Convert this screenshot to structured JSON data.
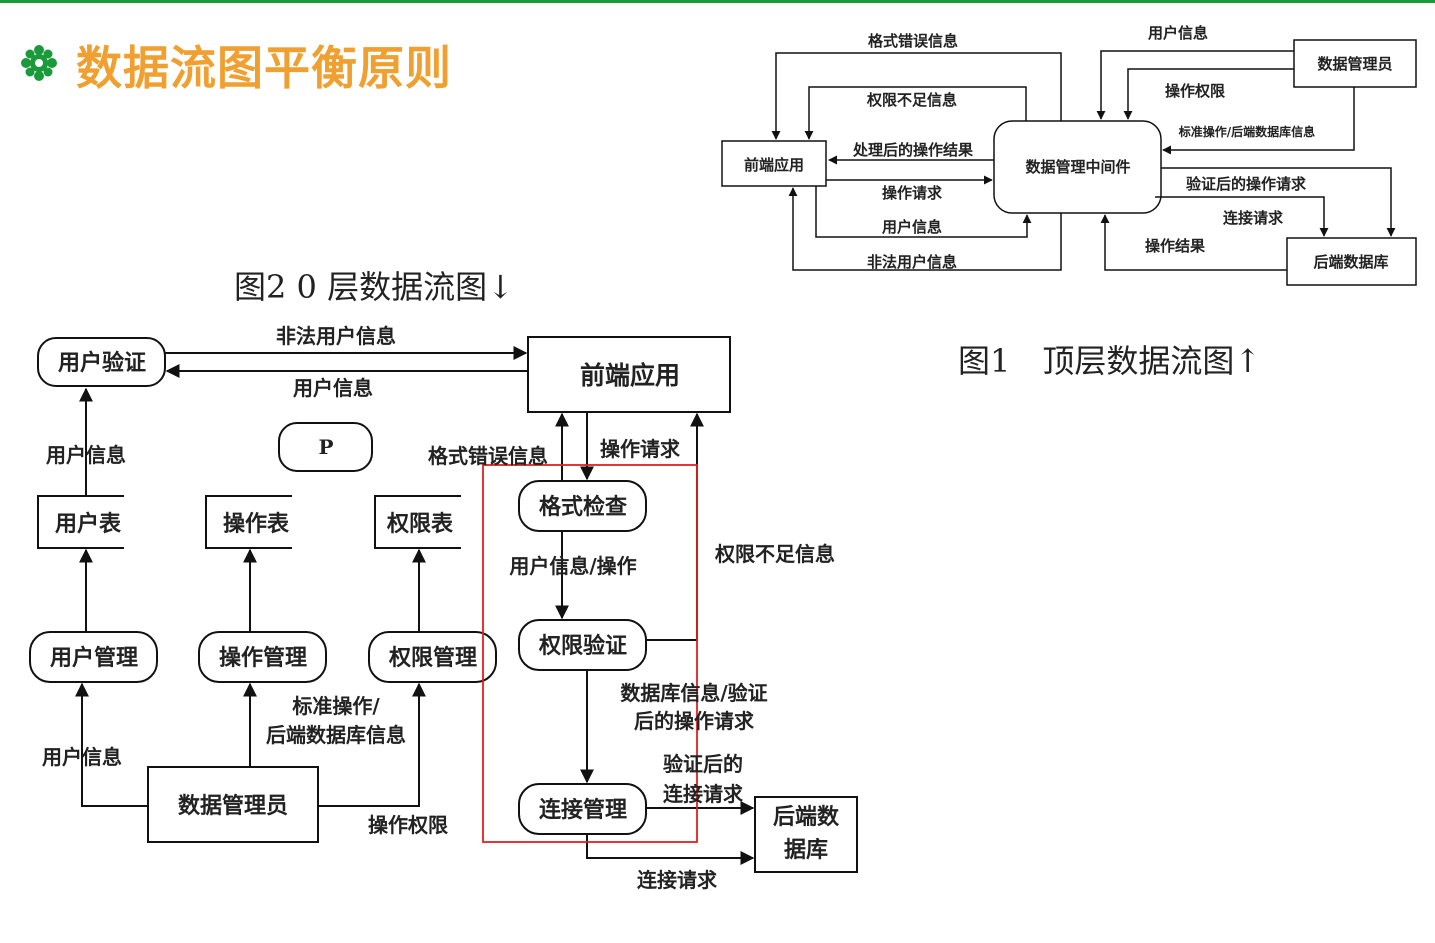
{
  "slide": {
    "title": "数据流图平衡原则",
    "accent_color": "#f0a030",
    "bullet_icon": "gear-flower-icon",
    "bullet_color": "#1a9a3a"
  },
  "fig1": {
    "caption": "图1　顶层数据流图↑",
    "nodes": {
      "frontend": "前端应用",
      "middleware": "数据管理中间件",
      "admin": "数据管理员",
      "backend_db": "后端数据库"
    },
    "flows": {
      "format_error": "格式错误信息",
      "insufficient_perm": "权限不足信息",
      "processed_result": "处理后的操作结果",
      "op_request": "操作请求",
      "user_info_mid": "用户信息",
      "illegal_user": "非法用户信息",
      "user_info_admin": "用户信息",
      "op_permission": "操作权限",
      "std_ops": "标准操作/后端数据库信息",
      "verified_request": "验证后的操作请求",
      "conn_request": "连接请求",
      "op_result": "操作结果"
    }
  },
  "fig2": {
    "caption": "图2 0 层数据流图↓",
    "processes": {
      "user_verify": "用户验证",
      "p_label": "P",
      "format_check": "格式检查",
      "perm_verify": "权限验证",
      "conn_mgmt": "连接管理",
      "user_mgmt": "用户管理",
      "op_mgmt": "操作管理",
      "perm_mgmt": "权限管理"
    },
    "stores": {
      "user_table": "用户表",
      "op_table": "操作表",
      "perm_table": "权限表"
    },
    "entities": {
      "frontend": "前端应用",
      "admin": "数据管理员",
      "backend_db_line1": "后端数",
      "backend_db_line2": "据库"
    },
    "flows": {
      "illegal_user": "非法用户信息",
      "user_info_top": "用户信息",
      "user_info_left": "用户信息",
      "format_error": "格式错误信息",
      "op_request": "操作请求",
      "user_info_op": "用户信息/操作",
      "insufficient_perm": "权限不足信息",
      "db_info_line1": "数据库信息/验证",
      "db_info_line2": "后的操作请求",
      "verified_line1": "验证后的",
      "verified_line2": "连接请求",
      "conn_request": "连接请求",
      "std_line1": "标准操作/",
      "std_line2": "后端数据库信息",
      "user_info_admin": "用户信息",
      "op_permission": "操作权限"
    },
    "highlight_color": "#e02020"
  }
}
